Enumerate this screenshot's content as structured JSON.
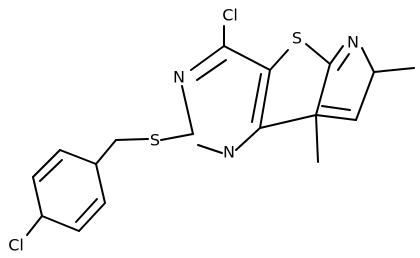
{
  "atoms": {
    "cl_top": "Cl",
    "n_pyrimidine_upper": "N",
    "n_pyrimidine_lower": "N",
    "s_thiophene": "S",
    "n_pyridine": "N",
    "s_thioether": "S",
    "cl_bottom": "Cl"
  },
  "colors": {
    "ink": "#000000",
    "background": "#ffffff"
  }
}
